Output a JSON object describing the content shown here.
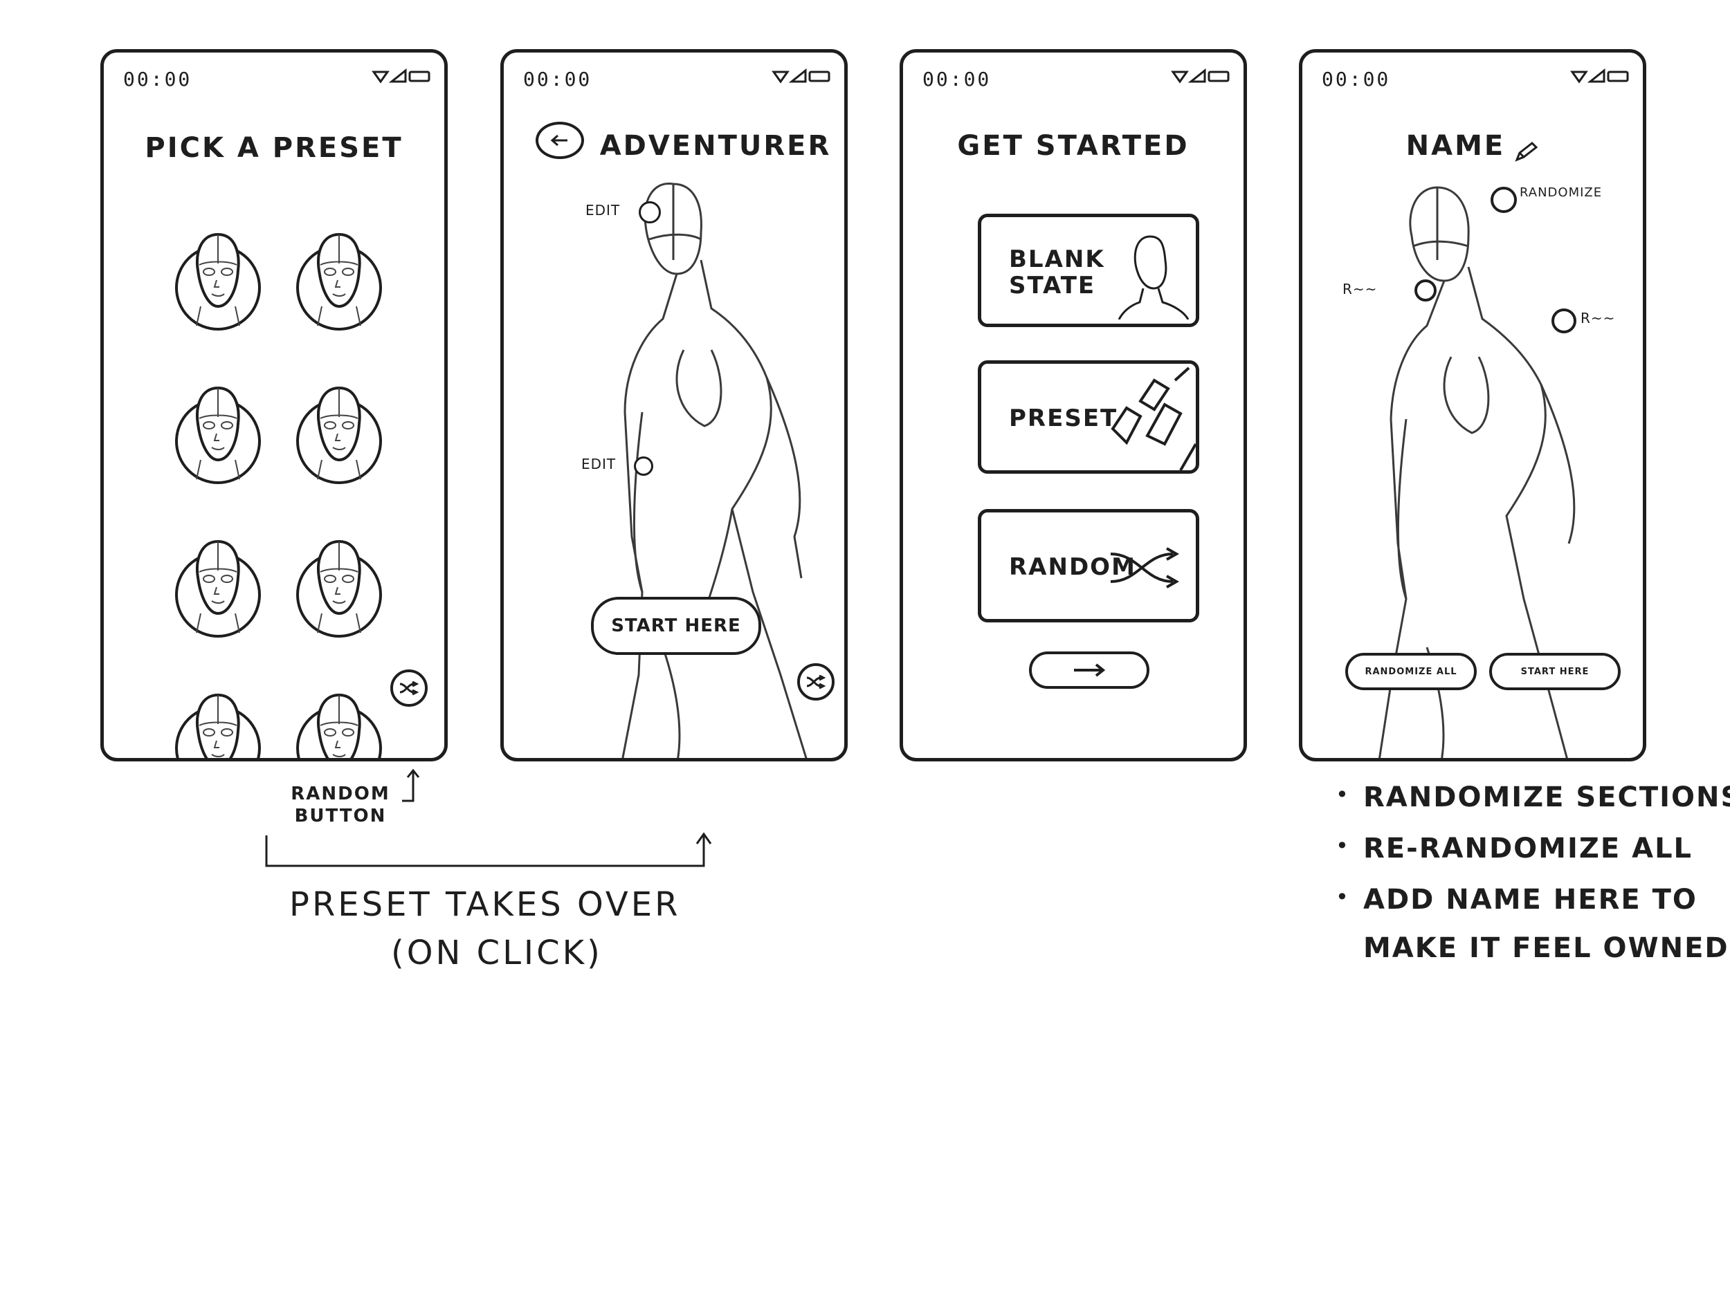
{
  "status_time": "00:00",
  "screens": {
    "preset": {
      "title": "PICK A PRESET",
      "preset_count": 8
    },
    "adventurer": {
      "title": "ADVENTURER",
      "edit_top_label": "EDIT",
      "edit_mid_label": "EDIT",
      "start_button_label": "START HERE"
    },
    "get_started": {
      "title": "GET STARTED",
      "options": [
        {
          "label": "BLANK STATE",
          "icon": "figure-icon"
        },
        {
          "label": "PRESET",
          "icon": "cards-icon"
        },
        {
          "label": "RANDOM",
          "icon": "shuffle-icon"
        }
      ],
      "next_icon": "arrow-right-icon"
    },
    "name": {
      "title": "NAME",
      "randomize_label": "RANDOMIZE",
      "side_label_left": "R~~",
      "side_label_right": "R~~",
      "randomize_all_label": "RANDOMIZE ALL",
      "start_here_label": "START HERE"
    }
  },
  "annotations": {
    "random_button_note": "RANDOM BUTTON",
    "preset_takes_over_line1": "PRESET TAKES OVER",
    "preset_takes_over_line2": "(ON CLICK)",
    "bullets": [
      "RANDOMIZE SECTIONS",
      "RE-RANDOMIZE ALL",
      "ADD NAME HERE TO",
      "MAKE IT FEEL OWNED"
    ]
  }
}
